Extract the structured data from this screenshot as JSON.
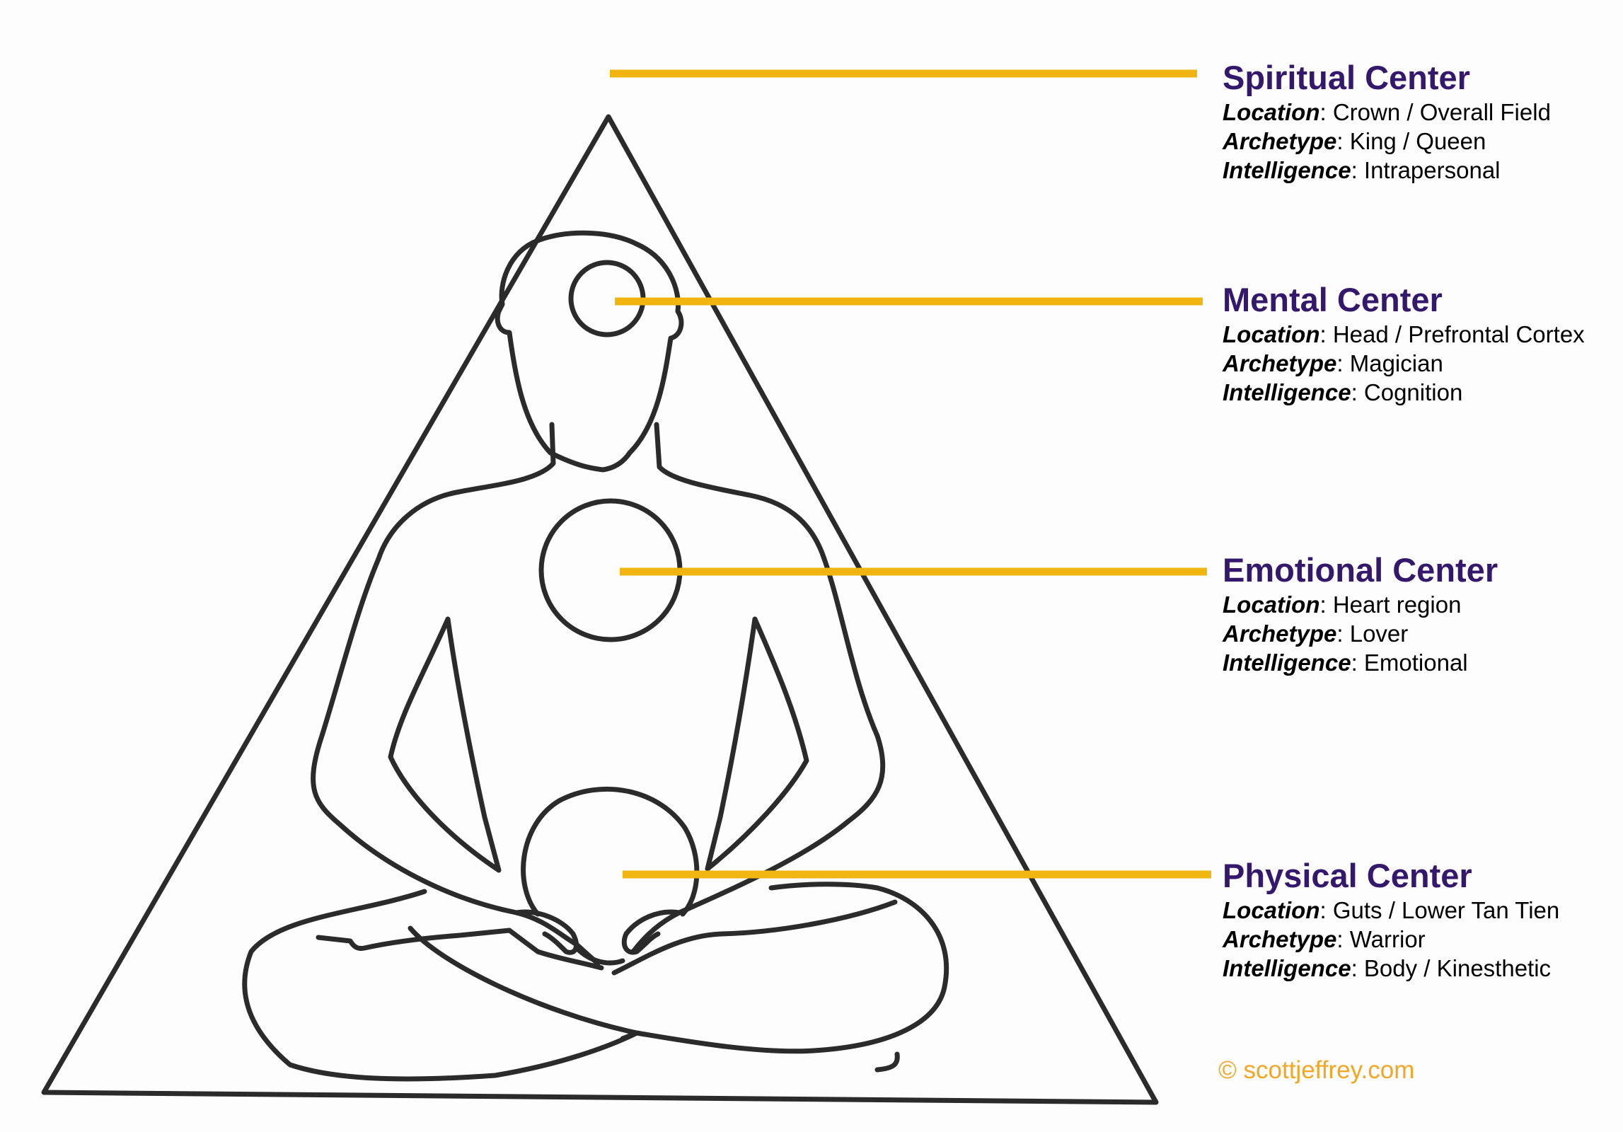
{
  "colors": {
    "accent_line": "#f1b512",
    "heading": "#33186b",
    "outline": "#2b2b2b",
    "copyright": "#f3a623"
  },
  "centers": [
    {
      "id": "spiritual",
      "title": "Spiritual Center",
      "rows": [
        {
          "key": "Location",
          "value": ": Crown / Overall Field"
        },
        {
          "key": "Archetype",
          "value": ": King / Queen"
        },
        {
          "key": "Intelligence",
          "value": ": Intrapersonal"
        }
      ]
    },
    {
      "id": "mental",
      "title": "Mental Center",
      "rows": [
        {
          "key": "Location",
          "value": ": Head / Prefrontal Cortex"
        },
        {
          "key": "Archetype",
          "value": ": Magician"
        },
        {
          "key": "Intelligence",
          "value": ": Cognition"
        }
      ]
    },
    {
      "id": "emotional",
      "title": "Emotional Center",
      "rows": [
        {
          "key": "Location",
          "value": ": Heart region"
        },
        {
          "key": "Archetype",
          "value": ": Lover"
        },
        {
          "key": "Intelligence",
          "value": ": Emotional"
        }
      ]
    },
    {
      "id": "physical",
      "title": "Physical Center",
      "rows": [
        {
          "key": "Location",
          "value": ": Guts / Lower Tan Tien"
        },
        {
          "key": "Archetype",
          "value": ": Warrior"
        },
        {
          "key": "Intelligence",
          "value": ": Body / Kinesthetic"
        }
      ]
    }
  ],
  "copyright": "© scottjeffrey.com"
}
